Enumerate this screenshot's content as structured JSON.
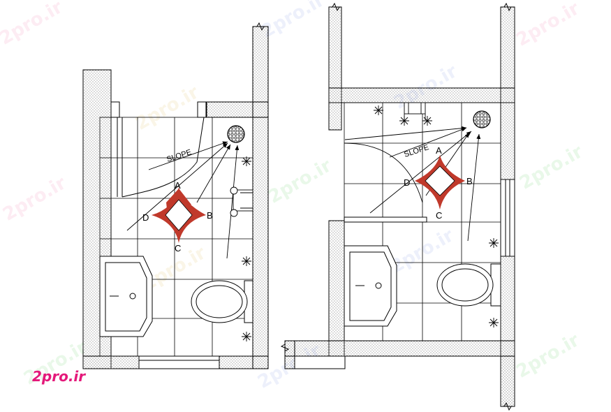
{
  "watermark": {
    "text": "2pro.ir",
    "color": "#e4197a"
  },
  "plan_left": {
    "slope_label": "SLOPE",
    "points": {
      "top": "A",
      "right": "B",
      "bottom": "C",
      "left": "D"
    }
  },
  "plan_right": {
    "slope_label": "SLOPE",
    "points": {
      "top": "A",
      "right": "B",
      "bottom": "C",
      "left": "D"
    }
  },
  "colors": {
    "line": "#000000",
    "marker": "#c0392b",
    "wall_hatch": "#555555"
  }
}
